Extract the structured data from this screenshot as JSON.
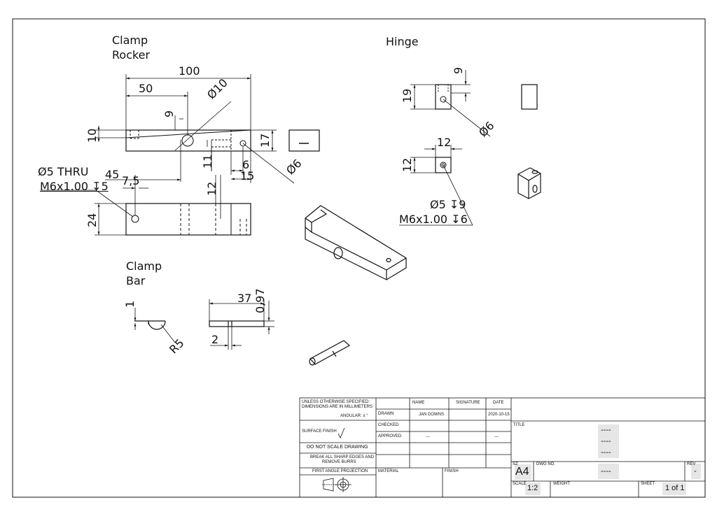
{
  "views": {
    "clamp_rocker": {
      "title_line1": "Clamp",
      "title_line2": "Rocker"
    },
    "hinge": {
      "title": "Hinge"
    },
    "clamp_bar": {
      "title_line1": "Clamp",
      "title_line2": "Bar"
    }
  },
  "dims": {
    "rocker_length": "100",
    "rocker_half": "50",
    "rocker_hole_dia": "Ø10",
    "rocker_hole_offset": "9",
    "rocker_height_left": "10",
    "rocker_height_right": "17",
    "rocker_11": "11",
    "rocker_6": "6",
    "rocker_15": "15",
    "rocker_small_hole": "Ø6",
    "thru_hole": "Ø5 THRU",
    "thread_callout": "M6x1.00 ↧5",
    "dim_45": "45",
    "dim_7_5": "7,5",
    "dim_12": "12",
    "dim_24": "24",
    "hinge_9": "9",
    "hinge_19": "19",
    "hinge_hole": "Ø6",
    "hinge_12_w": "12",
    "hinge_12_h": "12",
    "hinge_hole_depth": "Ø5 ↧9",
    "hinge_thread": "M6x1.00 ↧6",
    "bar_1": "1",
    "bar_r5": "R5",
    "bar_37": "37",
    "bar_0_97": "0,97",
    "bar_2": "2"
  },
  "title_block": {
    "general_note_1": "UNLESS OTHERWISE SPECIFIED:",
    "general_note_2": "DIMENSIONS ARE IN MILLIMETERS",
    "angular": "ANGULAR: ± °",
    "surface_finish": "SURFACE FINISH",
    "do_not_scale": "DO NOT SCALE DRAWING",
    "break_edges_1": "BREAK ALL SHARP EDGES AND",
    "break_edges_2": "REMOVE BURRS",
    "projection": "FIRST ANGLE PROJECTION",
    "col_name": "NAME",
    "col_signature": "SIGNATURE",
    "col_date": "DATE",
    "row_drawn": "DRAWN",
    "row_checked": "CHECKED",
    "row_approved": "APPROVED",
    "drawn_name": "JAN DOWNS",
    "drawn_date": "2020-10-15",
    "approved_name": "---",
    "approved_date": "---",
    "material": "MATERIAL",
    "finish": "FINISH",
    "title_label": "TITLE",
    "title_value_1": "----",
    "title_value_2": "----",
    "title_value_3": "----",
    "size_label": "SZ",
    "size": "A4",
    "dwg_no_label": "DWG NO.",
    "dwg_no": "----",
    "rev_label": "REV",
    "rev": "-",
    "scale_label": "SCALE",
    "scale": "1:2",
    "weight_label": "WEIGHT",
    "sheet_label": "SHEET",
    "sheet": "1 of 1"
  }
}
